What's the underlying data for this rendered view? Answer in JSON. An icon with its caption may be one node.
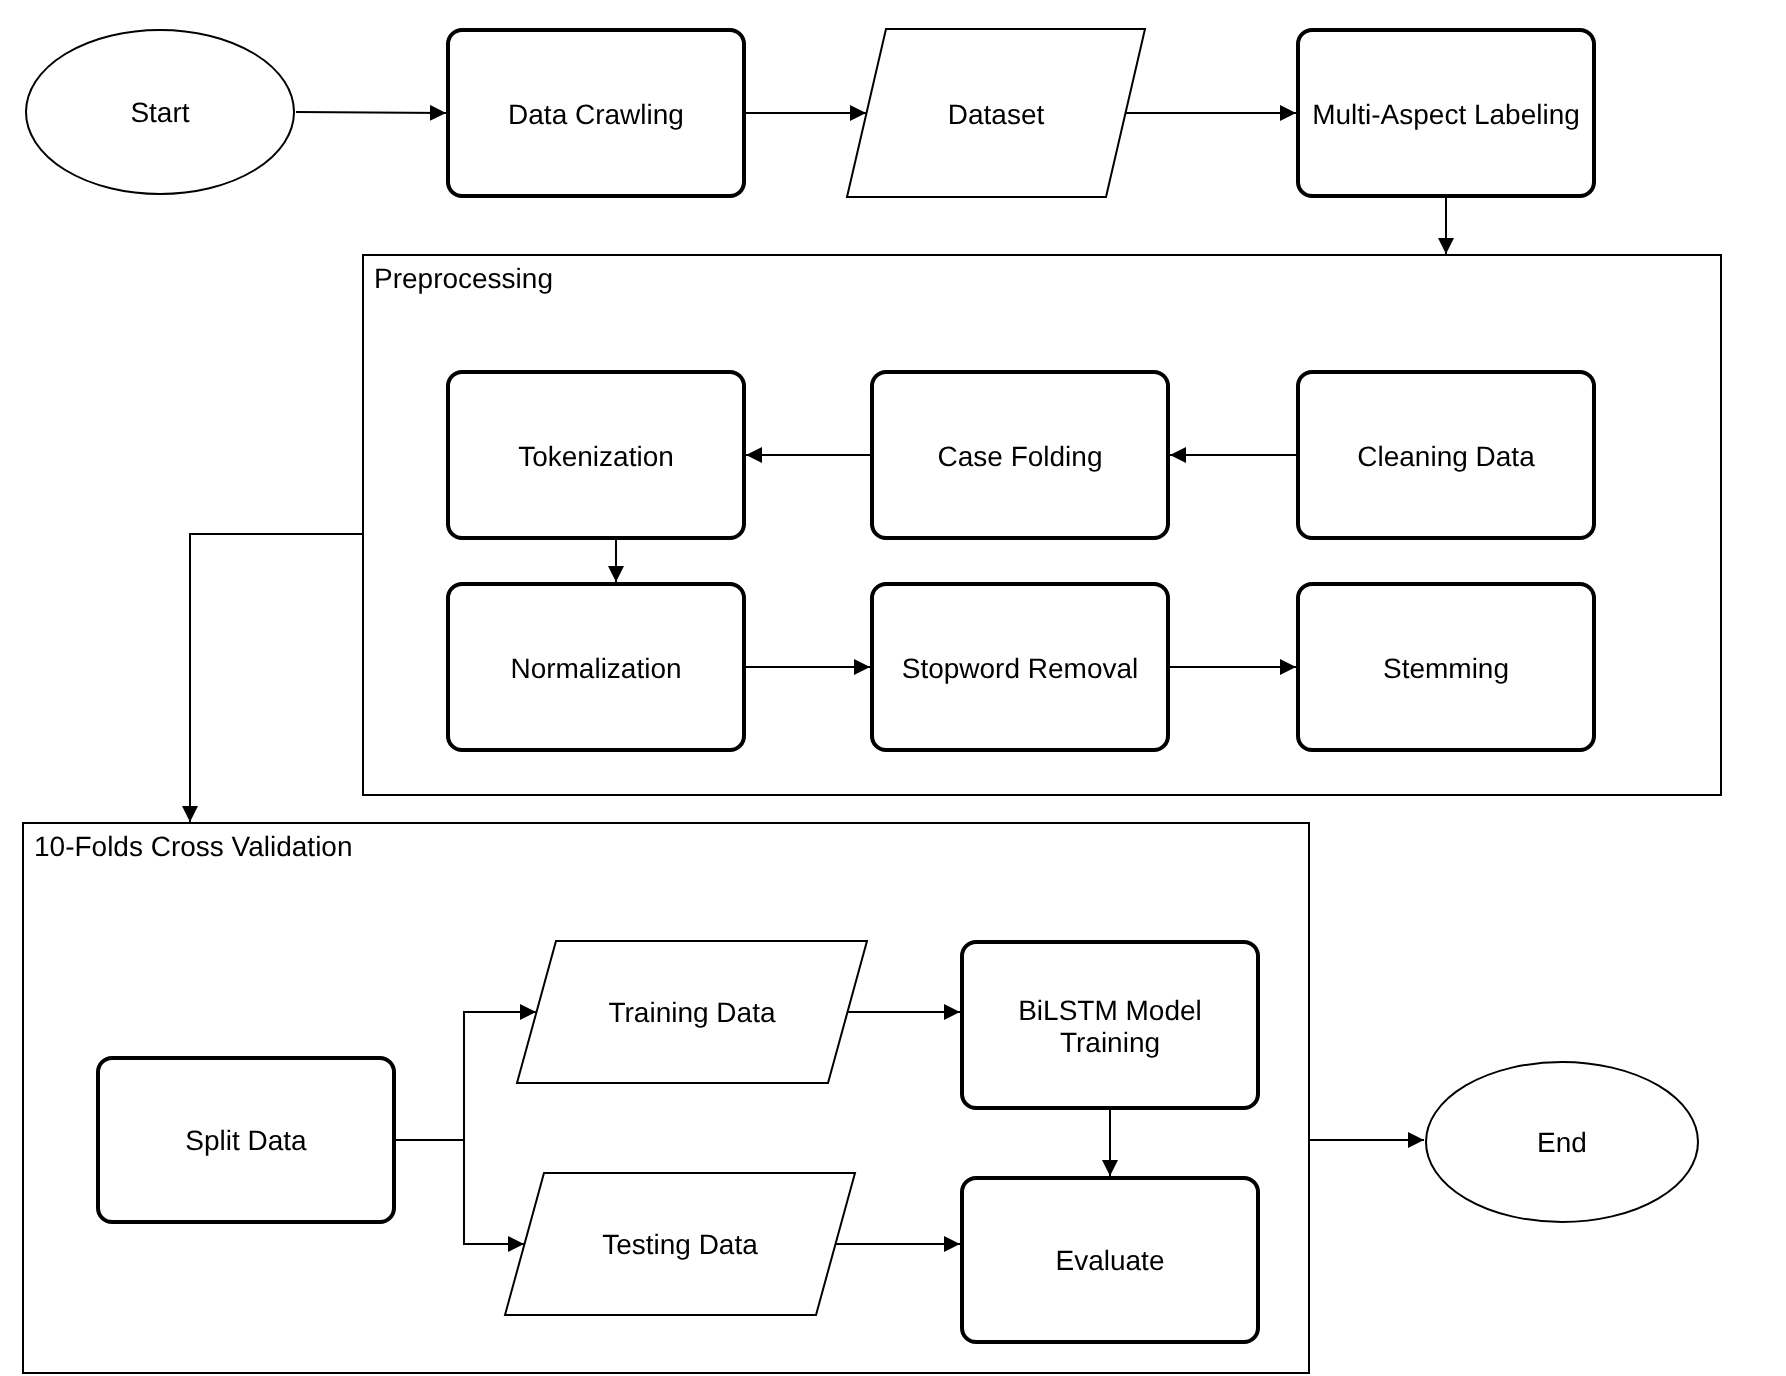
{
  "diagram": {
    "nodes": [
      {
        "text": [
          "Start"
        ]
      },
      {
        "text": [
          "Data Crawling"
        ]
      },
      {
        "text": [
          "Dataset"
        ]
      },
      {
        "text": [
          "Multi-Aspect Labeling"
        ]
      },
      {
        "text": [
          "Preprocessing"
        ]
      },
      {
        "text": [
          "Tokenization"
        ],
        "in": 4
      },
      {
        "text": [
          "Case Folding"
        ],
        "in": 4
      },
      {
        "text": [
          "Cleaning Data"
        ],
        "in": 4
      },
      {
        "text": [
          "Normalization"
        ],
        "in": 4
      },
      {
        "text": [
          "Stopword Removal"
        ],
        "in": 4
      },
      {
        "text": [
          "Stemming"
        ],
        "in": 4
      },
      {
        "text": [
          "10-Folds Cross Validation"
        ]
      },
      {
        "text": [
          "Split Data"
        ],
        "in": 11
      },
      {
        "text": [
          "Training Data"
        ],
        "in": 11
      },
      {
        "text": [
          "BiLSTM Model Training"
        ],
        "in": 11
      },
      {
        "text": [
          "Testing Data"
        ],
        "in": 11
      },
      {
        "text": [
          "Evaluate"
        ],
        "in": 11
      },
      {
        "text": [
          "End"
        ]
      }
    ],
    "edges": [
      {
        "from": 0,
        "to": 1,
        "arrow": "to"
      },
      {
        "from": 1,
        "to": 2,
        "arrow": "to"
      },
      {
        "from": 2,
        "to": 3,
        "arrow": "to"
      },
      {
        "from": 3,
        "to": 4,
        "arrow": "to"
      },
      {
        "from": 7,
        "to": 6,
        "arrow": "to"
      },
      {
        "from": 6,
        "to": 5,
        "arrow": "to"
      },
      {
        "from": 5,
        "to": 8,
        "arrow": "to"
      },
      {
        "from": 8,
        "to": 9,
        "arrow": "to"
      },
      {
        "from": 9,
        "to": 10,
        "arrow": "to"
      },
      {
        "from": 4,
        "to": 11,
        "arrow": "to"
      },
      {
        "from": 12,
        "to": 13,
        "arrow": "to"
      },
      {
        "from": 12,
        "to": 15,
        "arrow": "to"
      },
      {
        "from": 13,
        "to": 14,
        "arrow": "to"
      },
      {
        "from": 15,
        "to": 16,
        "arrow": "to"
      },
      {
        "from": 14,
        "to": 16,
        "arrow": "to"
      },
      {
        "from": 11,
        "to": 17,
        "arrow": "to"
      }
    ]
  }
}
